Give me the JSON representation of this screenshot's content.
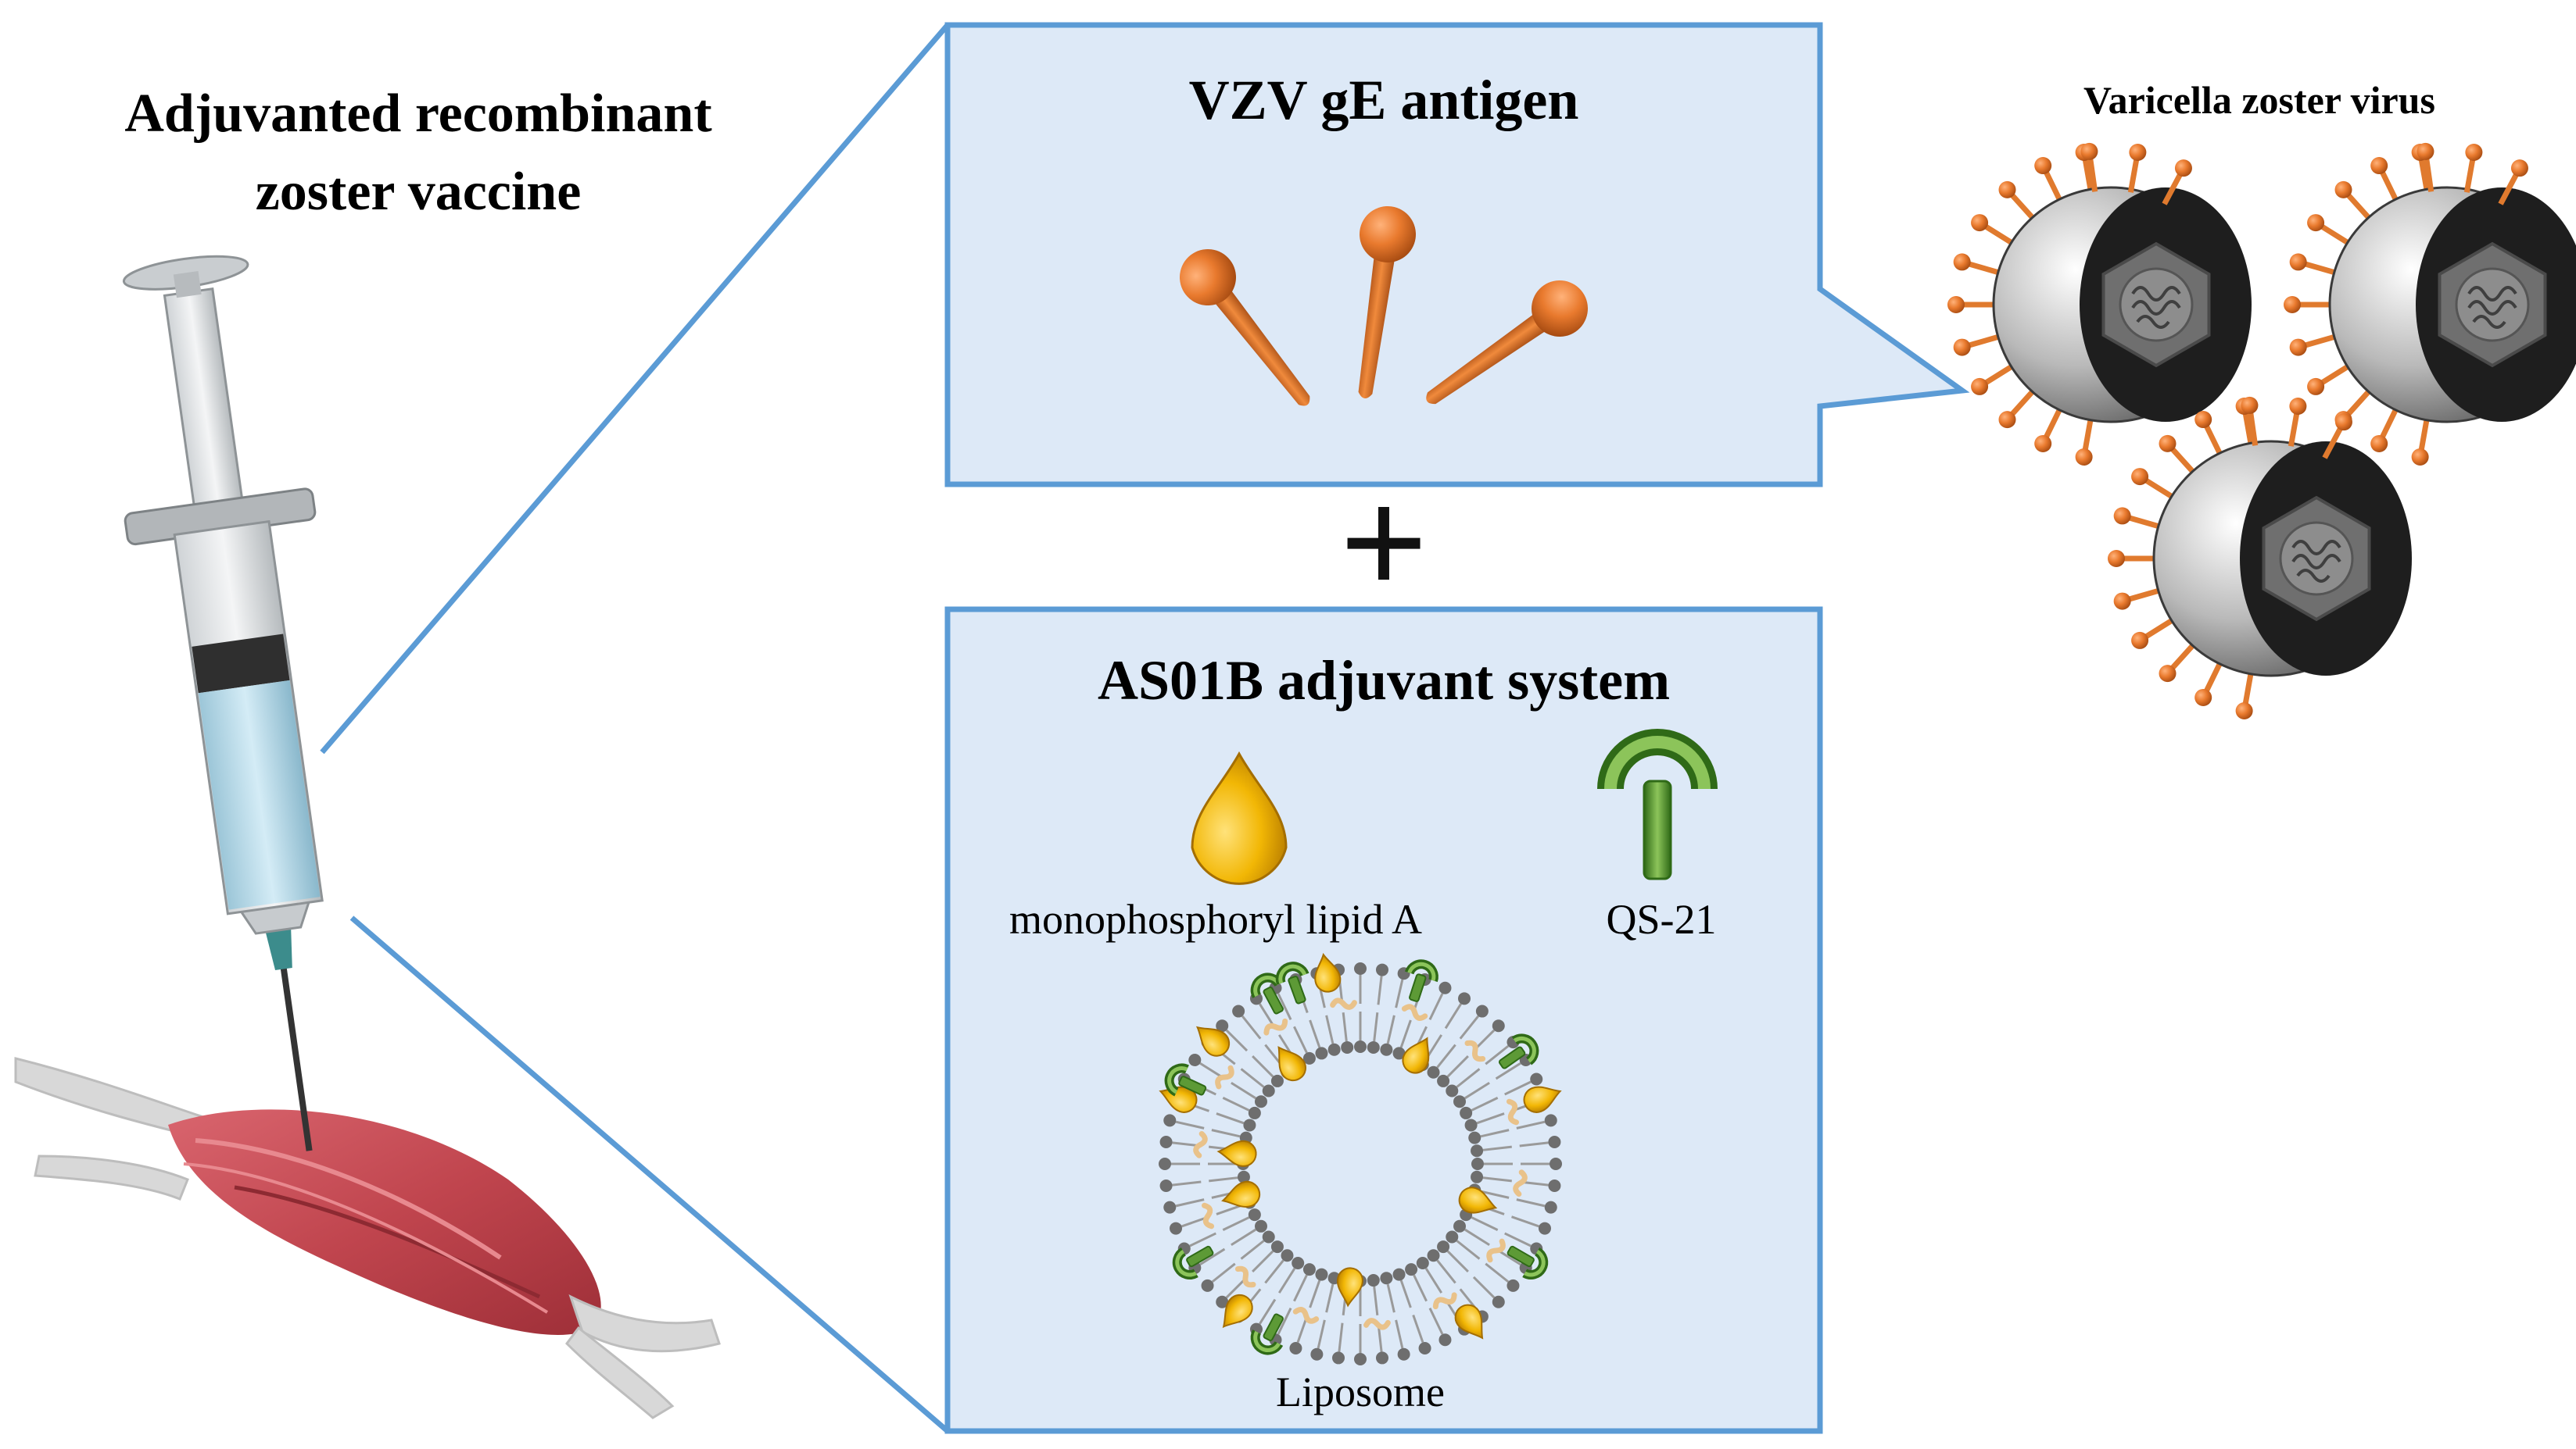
{
  "vaccine": {
    "title_line1": "Adjuvanted recombinant",
    "title_line2": "zoster vaccine"
  },
  "antigen_box": {
    "title": "VZV gE antigen"
  },
  "plus_sign": "+",
  "adjuvant_box": {
    "title": "AS01B adjuvant system",
    "mpl_label": "monophosphoryl lipid A",
    "qs21_label": "QS-21",
    "liposome_label": "Liposome"
  },
  "virus": {
    "title": "Varicella zoster virus"
  },
  "colors": {
    "box_fill": "#dde9f7",
    "box_stroke": "#5b9bd5",
    "antigen_orange": "#e07a2e",
    "mpl_gold": "#f2b705",
    "qs21_green": "#4e8a2c",
    "muscle_red": "#c0454e",
    "virus_dark": "#222222"
  }
}
